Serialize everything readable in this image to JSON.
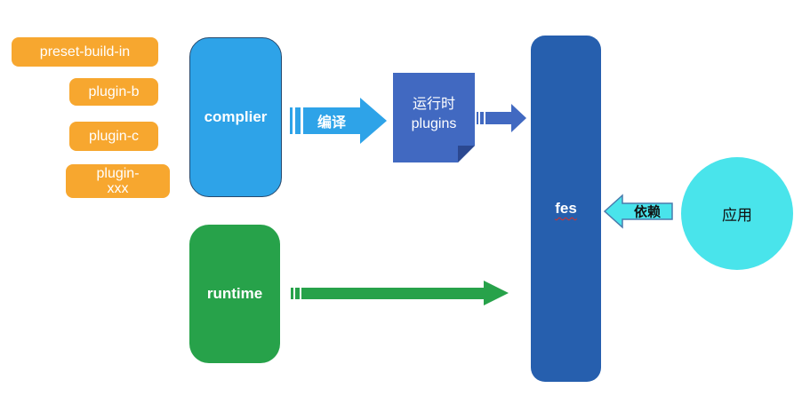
{
  "diagram": {
    "plugin_chips": [
      {
        "label": "preset-build-in"
      },
      {
        "label": "plugin-b"
      },
      {
        "label": "plugin-c"
      },
      {
        "label": "plugin-\nxxx"
      }
    ],
    "compiler_box": {
      "label": "complier"
    },
    "compile_arrow": {
      "label": "编译"
    },
    "runtime_plugins_note": {
      "label": "运行时\nplugins"
    },
    "plugins_to_fes_arrow": {
      "label": ""
    },
    "fes_box": {
      "label": "fes"
    },
    "runtime_box": {
      "label": "runtime"
    },
    "runtime_to_fes_arrow": {
      "label": ""
    },
    "depends_arrow": {
      "label": "依赖"
    },
    "app_ellipse": {
      "label": "应用"
    },
    "colors": {
      "plugin_orange": "#F7A72F",
      "compiler_light_blue": "#2EA3E8",
      "note_medium_blue": "#4169C1",
      "fes_dark_blue": "#265FAE",
      "runtime_green": "#27A24A",
      "app_cyan": "#49E4EB",
      "depends_arrow_border": "#4A7BAD",
      "label_white": "#FFFFFF",
      "label_black": "#111111",
      "fes_spellcheck_underline_red": "#D93025"
    }
  }
}
